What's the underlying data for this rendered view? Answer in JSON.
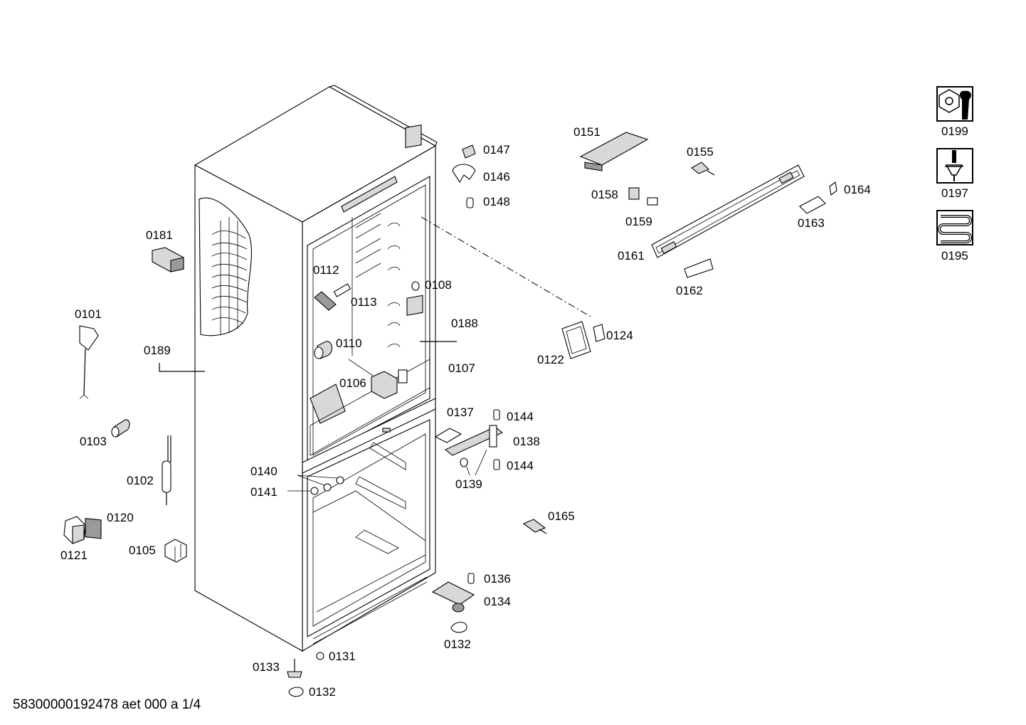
{
  "document_id": "58300000192478 aet 000 a 1/4",
  "part_labels": {
    "p0101": "0101",
    "p0102": "0102",
    "p0103": "0103",
    "p0105": "0105",
    "p0106": "0106",
    "p0107": "0107",
    "p0108": "0108",
    "p0110": "0110",
    "p0112": "0112",
    "p0113": "0113",
    "p0120": "0120",
    "p0121": "0121",
    "p0122": "0122",
    "p0124": "0124",
    "p0131": "0131",
    "p0132a": "0132",
    "p0132b": "0132",
    "p0133": "0133",
    "p0134": "0134",
    "p0136": "0136",
    "p0137": "0137",
    "p0138": "0138",
    "p0139": "0139",
    "p0140": "0140",
    "p0141": "0141",
    "p0144a": "0144",
    "p0144b": "0144",
    "p0146": "0146",
    "p0147": "0147",
    "p0148": "0148",
    "p0151": "0151",
    "p0155": "0155",
    "p0158": "0158",
    "p0159": "0159",
    "p0161": "0161",
    "p0162": "0162",
    "p0163": "0163",
    "p0164": "0164",
    "p0165": "0165",
    "p0181": "0181",
    "p0188": "0188",
    "p0189": "0189"
  },
  "legend_icons": [
    {
      "icon": "wrench-nut-icon",
      "label": "0199"
    },
    {
      "icon": "screwdriver-icon",
      "label": "0197"
    },
    {
      "icon": "heating-coil-icon",
      "label": "0195"
    }
  ]
}
